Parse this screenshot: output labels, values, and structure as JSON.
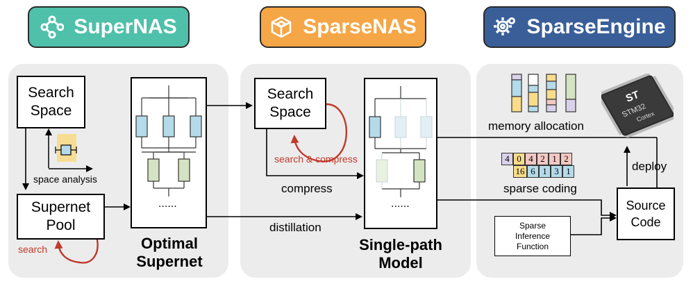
{
  "headers": {
    "supernas": {
      "title": "SuperNAS",
      "color": "#4fc0a9",
      "icon": "network-nodes-icon"
    },
    "sparsenas": {
      "title": "SparseNAS",
      "color": "#f5a646",
      "icon": "cube-icon"
    },
    "sparseengine": {
      "title": "SparseEngine",
      "color": "#3a5f98",
      "icon": "gears-icon"
    }
  },
  "supernas": {
    "search_space_line1": "Search",
    "search_space_line2": "Space",
    "space_analysis": "space analysis",
    "supernet_pool_line1": "Supernet",
    "supernet_pool_line2": "Pool",
    "search_label": "search",
    "optimal_line1": "Optimal",
    "optimal_line2": "Supernet",
    "dots": "......"
  },
  "sparsenas": {
    "search_space_line1": "Search",
    "search_space_line2": "Space",
    "search_compress": "search & compress",
    "compress": "compress",
    "distillation": "distillation",
    "single_path_line1": "Single-path",
    "single_path_line2": "Model",
    "dots": "......"
  },
  "sparseengine": {
    "memory_allocation": "memory allocation",
    "sparse_coding": "sparse coding",
    "row1": [
      "4",
      "0",
      "4",
      "2",
      "1",
      "2"
    ],
    "row2": [
      "16",
      "6",
      "1",
      "3",
      "1"
    ],
    "inference_line1": "Sparse",
    "inference_line2": "Inference",
    "inference_line3": "Function",
    "source_line1": "Source",
    "source_line2": "Code",
    "deploy": "deploy",
    "chip_line1": "STM32",
    "chip_line2": "Cortex",
    "chip_logo": "ST"
  },
  "colors": {
    "blue_block": "#b5dbea",
    "green_block": "#d4e3c1",
    "yellow": "#f8dc8a",
    "purple": "#d9d2ea",
    "pink": "#f3c8c3",
    "arrow_red": "#c0392b"
  }
}
